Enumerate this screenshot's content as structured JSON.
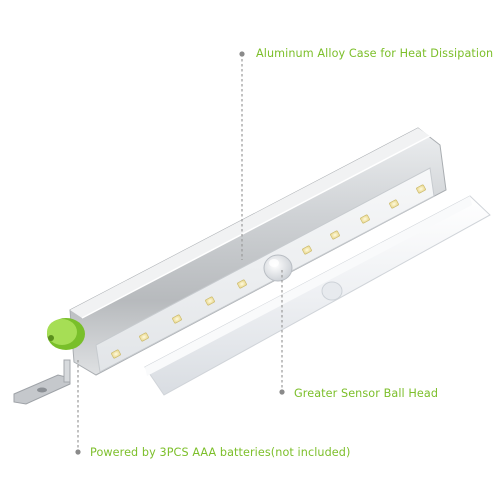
{
  "callouts": {
    "case": "Aluminum Alloy Case for Heat Dissipation",
    "sensor": "Greater Sensor Ball Head",
    "power": "Powered by 3PCS AAA batteries(not included)"
  },
  "colors": {
    "label_text": "#7cbf2a",
    "leader": "#9a9a9a",
    "aluminum": "#c9cbcd",
    "led_yellow": "#f3e7b0",
    "end_cap_green": "#8fd13c"
  },
  "product": {
    "led_count": 10
  }
}
